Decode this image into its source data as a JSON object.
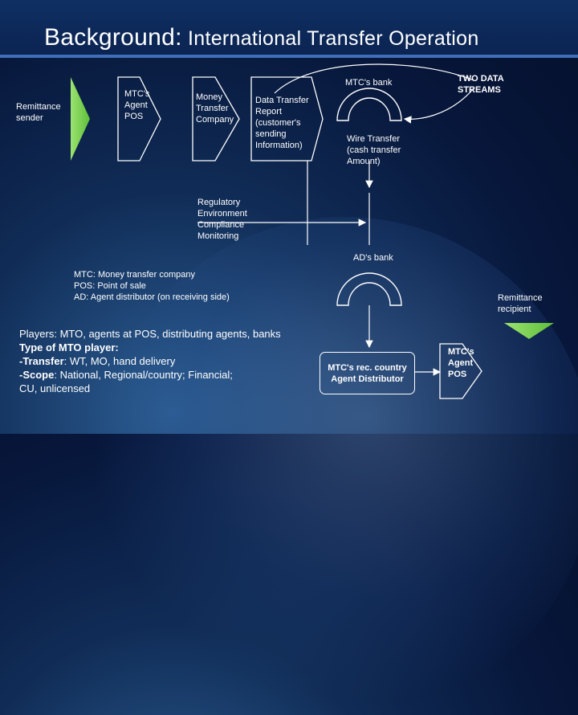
{
  "title": {
    "main": "Background:",
    "sub": " International Transfer Operation"
  },
  "nodes": {
    "remittance_sender": [
      "Remittance",
      "sender"
    ],
    "mtc_agent_pos": [
      "MTC's",
      "Agent",
      "POS"
    ],
    "money_transfer_company": [
      "Money",
      "Transfer",
      "Company"
    ],
    "data_transfer_report": [
      "Data Transfer",
      "Report",
      "(customer's",
      "sending",
      "Information)"
    ],
    "mtc_bank": "MTC's bank",
    "two_data_streams": [
      "TWO DATA",
      "STREAMS"
    ],
    "wire_transfer": [
      "Wire Transfer",
      "(cash transfer",
      "Amount)"
    ],
    "regulatory": [
      "Regulatory",
      "Environment",
      "Compliance",
      "Monitoring"
    ],
    "ad_bank": "AD's bank",
    "remittance_recipient": [
      "Remittance",
      "recipient"
    ],
    "mtc_rec_country": [
      "MTC's rec. country",
      "Agent Distributor"
    ],
    "mtc_agent_pos_recv": [
      "MTC's",
      "Agent",
      "POS"
    ]
  },
  "legend": [
    "MTC: Money transfer company",
    "POS: Point of sale",
    "AD: Agent distributor (on receiving side)"
  ],
  "players": {
    "players_label": "Players",
    "players_text": ": MTO, agents at POS, distributing agents, banks",
    "type_label": "Type of MTO player:",
    "transfer_label": "-Transfer",
    "transfer_text": ": WT, MO, hand delivery",
    "scope_label": "-Scope",
    "scope_text": ": National, Regional/country; Financial;",
    "scope_text2": "CU, unlicensed"
  },
  "colors": {
    "title_bar": "#0b2452",
    "accent_rule": "#3f6fb8",
    "chevron_green": "#7fd35a",
    "arrow": "#ffffff"
  }
}
